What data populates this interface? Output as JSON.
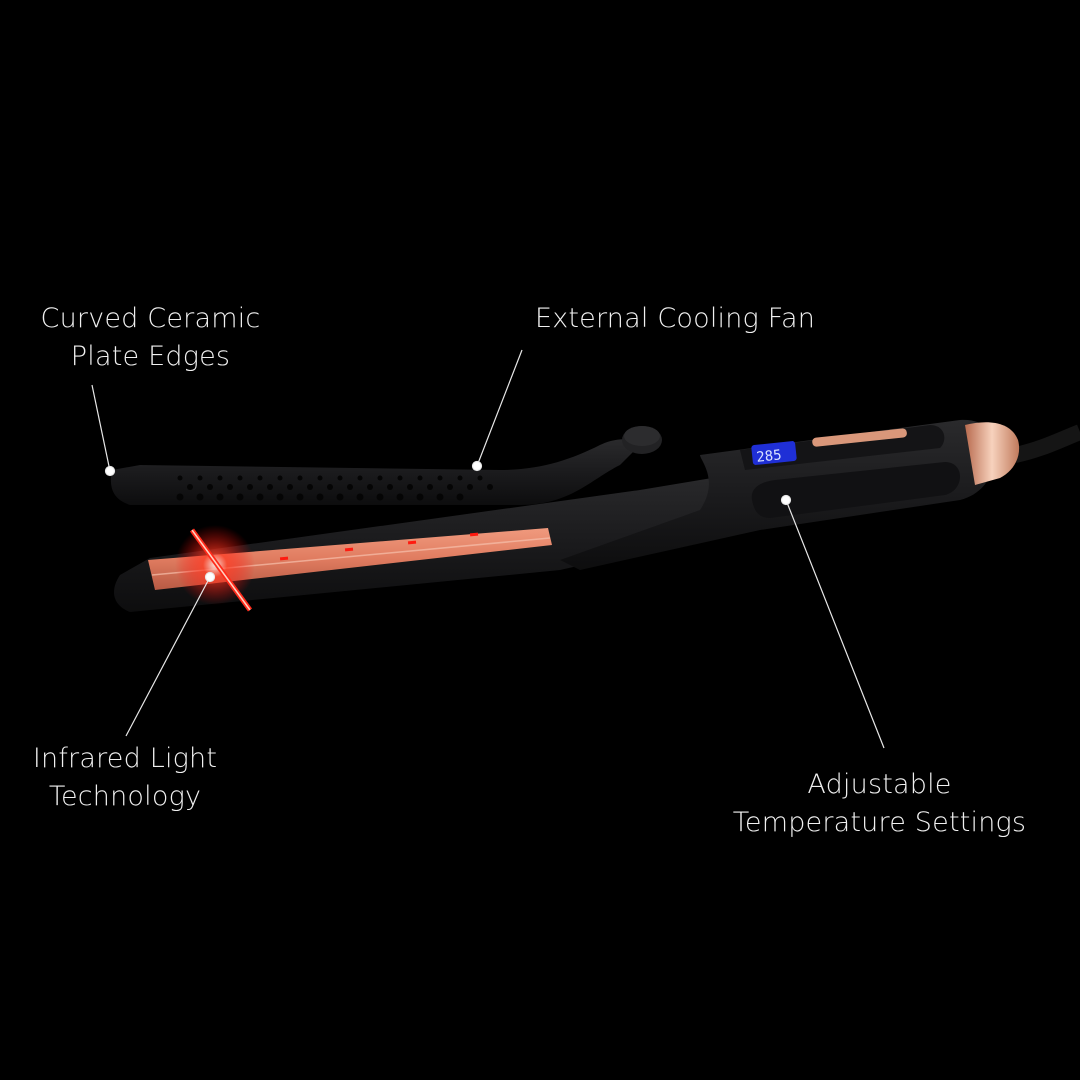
{
  "product": {
    "type": "hair straightener / flat iron",
    "display_value": "285",
    "colors": {
      "background": "#000000",
      "body": "#1c1c1e",
      "plate": "#e8876a",
      "accent_rose_gold": "#d9977a",
      "display": "#1f2fd6",
      "infrared": "#ff2a1a",
      "label_text": "#f0f0f0"
    }
  },
  "callouts": [
    {
      "id": "curved-plate-edges",
      "line1": "Curved Ceramic",
      "line2": "Plate Edges"
    },
    {
      "id": "external-cooling-fan",
      "line1": "External Cooling Fan",
      "line2": ""
    },
    {
      "id": "infrared-light",
      "line1": "Infrared Light",
      "line2": "Technology"
    },
    {
      "id": "adjustable-temperature",
      "line1": "Adjustable",
      "line2": "Temperature Settings"
    }
  ]
}
